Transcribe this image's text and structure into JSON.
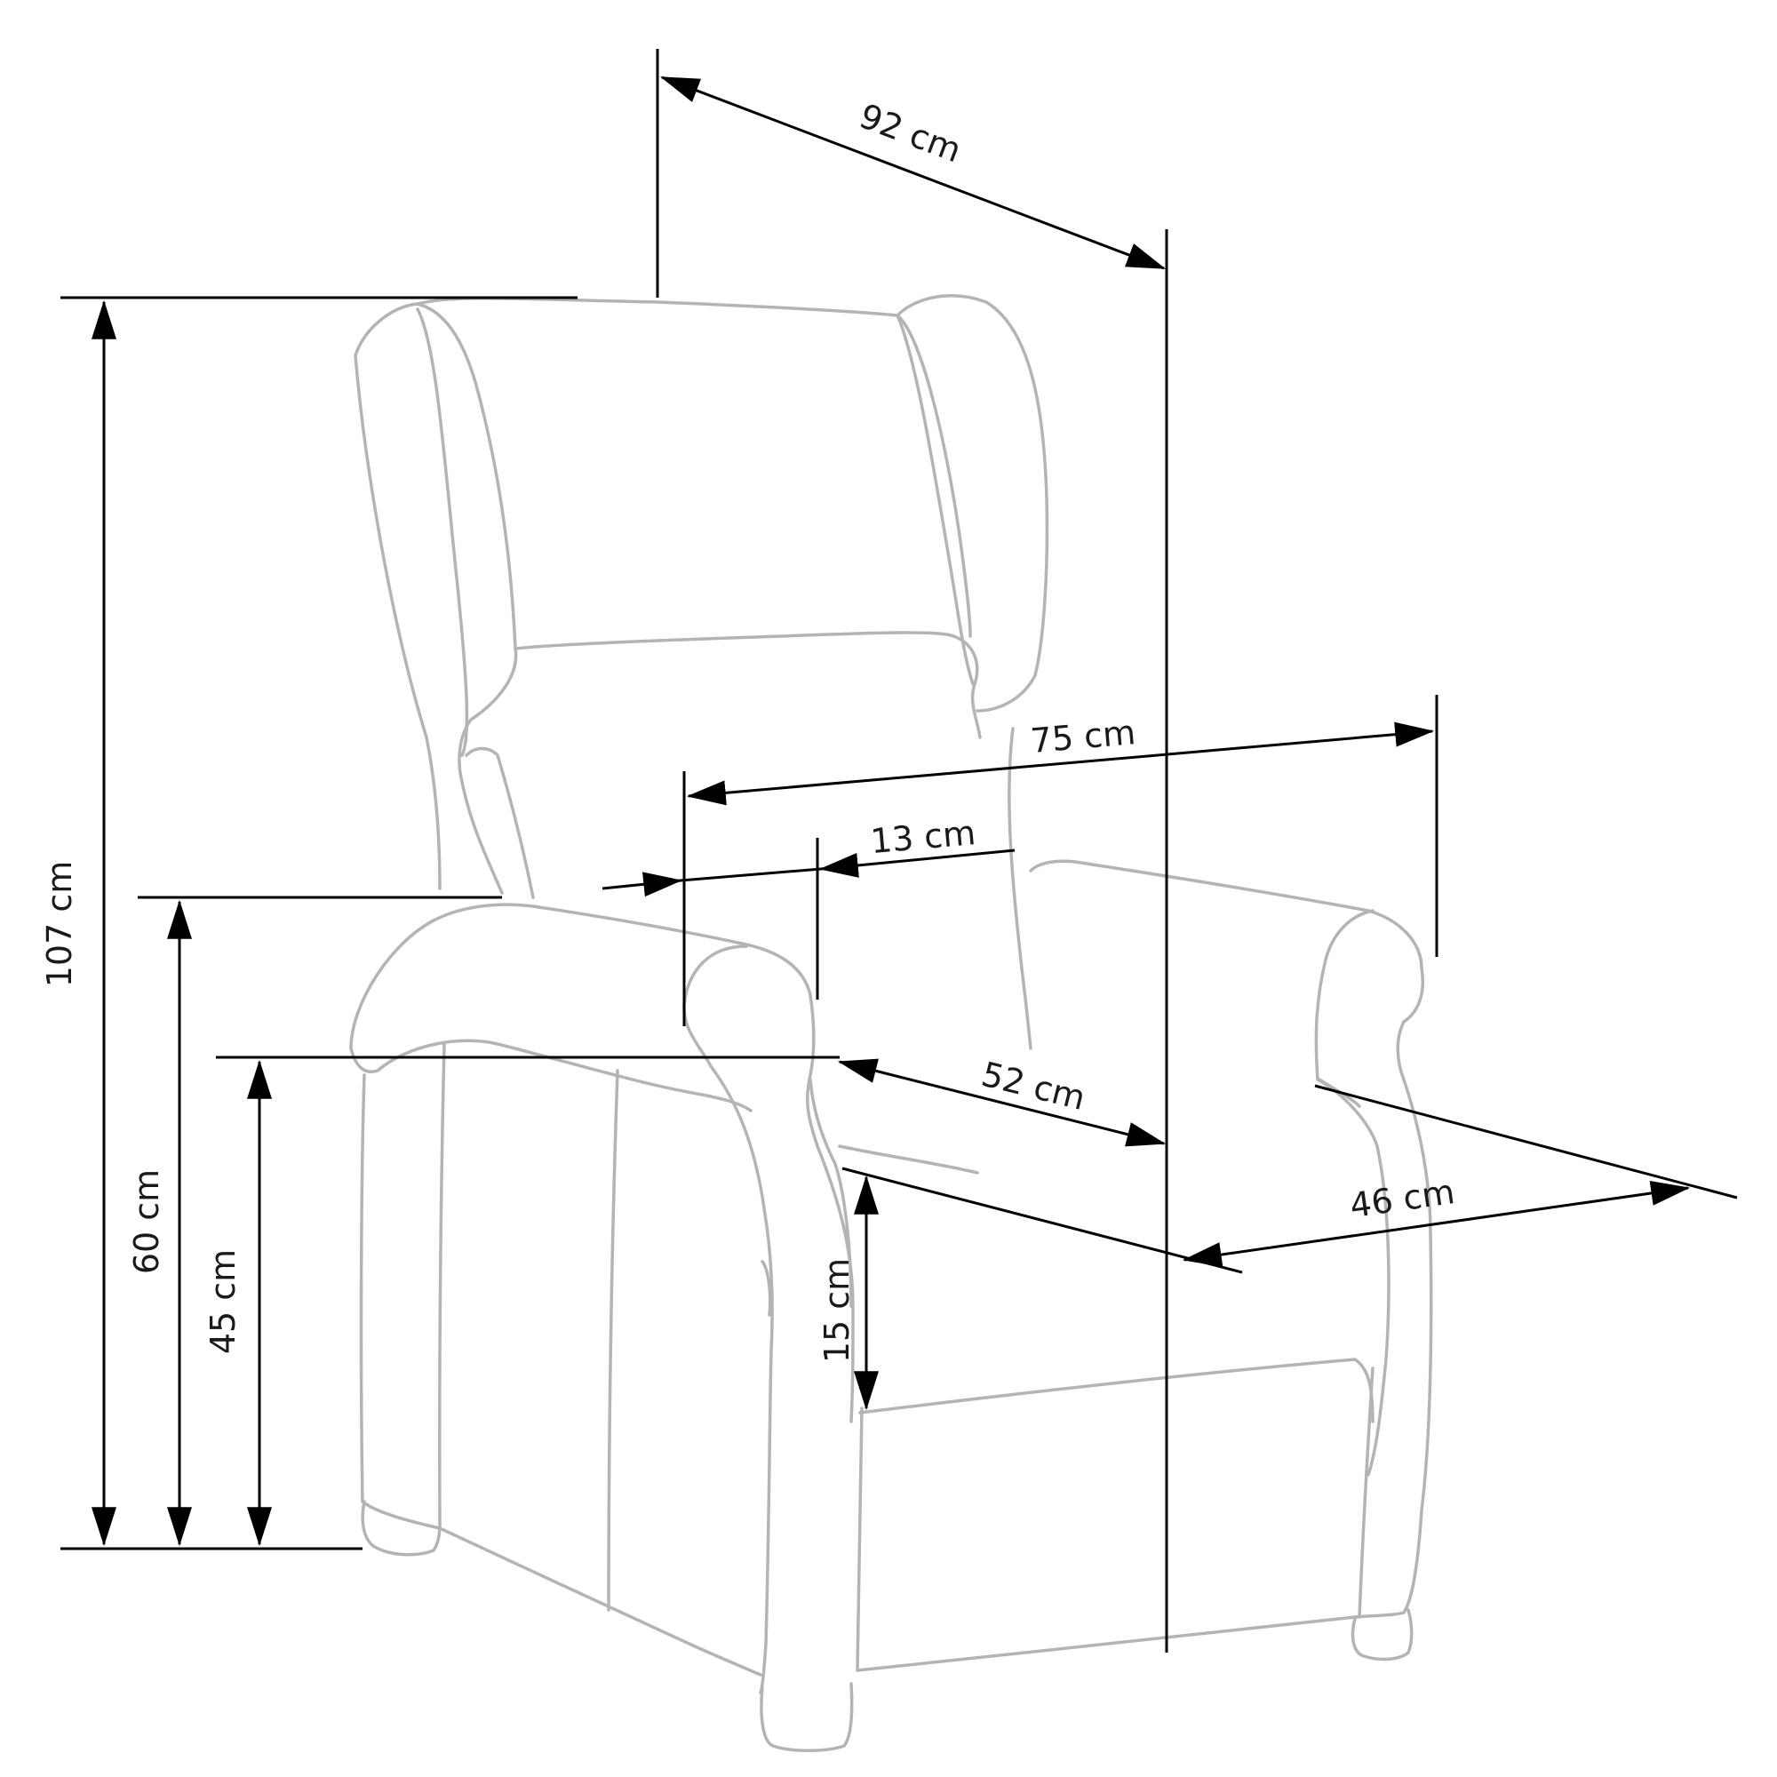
{
  "diagram": {
    "colors": {
      "outline": "#b4b4b4",
      "dimension": "#000000"
    },
    "dimensions": {
      "overall_width": "92 cm",
      "overall_height": "107 cm",
      "armrest_height": "60 cm",
      "seat_height": "45 cm",
      "seat_width": "52 cm",
      "seat_depth": "46 cm",
      "total_depth": "75 cm",
      "armrest_width": "13 cm",
      "footrest_height": "15 cm"
    }
  }
}
